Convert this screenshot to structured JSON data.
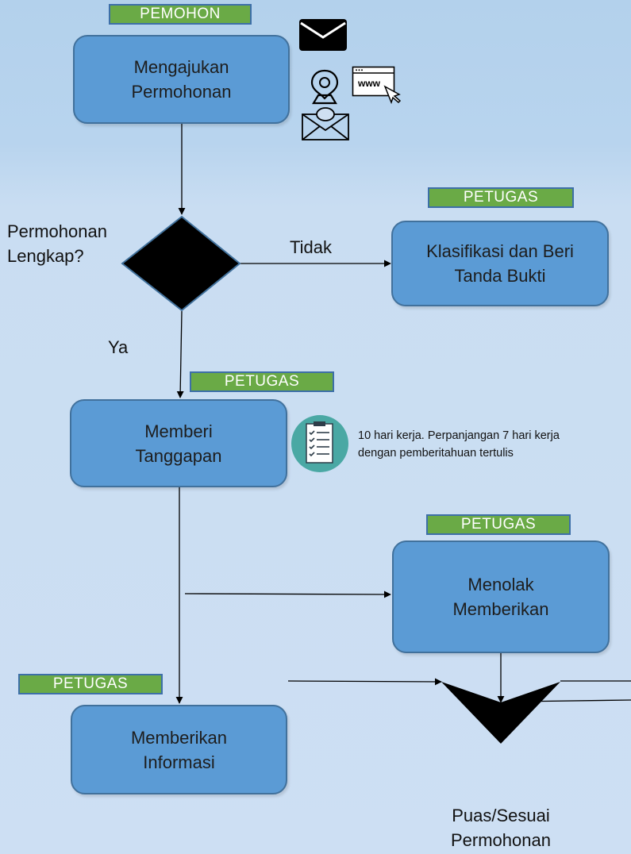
{
  "nodes": {
    "mengajukan": {
      "line1": "Mengajukan",
      "line2": "Permohonan"
    },
    "klasifikasi": {
      "line1": "Klasifikasi dan Beri",
      "line2": "Tanda Bukti"
    },
    "memberi_tanggapan": {
      "line1": "Memberi",
      "line2": "Tanggapan"
    },
    "menolak": {
      "line1": "Menolak",
      "line2": "Memberikan"
    },
    "memberikan_informasi": {
      "line1": "Memberikan",
      "line2": "Informasi"
    }
  },
  "tags": {
    "pemohon": "PEMOHON",
    "petugas_klasifikasi": "PETUGAS",
    "petugas_tanggapan": "PETUGAS",
    "petugas_menolak": "PETUGAS",
    "petugas_informasi": "PETUGAS"
  },
  "decisions": {
    "lengkap": {
      "line1": "Permohonan",
      "line2": "Lengkap?"
    },
    "puas": {
      "line1": "Puas/Sesuai",
      "line2": "Permohonan"
    }
  },
  "edges": {
    "tidak": "Tidak",
    "ya": "Ya"
  },
  "note": {
    "line1": "10 hari kerja. Perpanjangan 7 hari kerja",
    "line2": "dengan pemberitahuan  tertulis"
  },
  "icons": {
    "www_text": "www",
    "names": [
      "envelope-icon",
      "person-pin-icon",
      "browser-www-icon",
      "open-envelope-icon",
      "checklist-icon"
    ]
  },
  "colors": {
    "box_fill": "#5b9bd5",
    "box_border": "#41719c",
    "tag_fill": "#6aaa46",
    "decision_fill": "#000000",
    "checklist_circle": "#4aa8a4"
  }
}
